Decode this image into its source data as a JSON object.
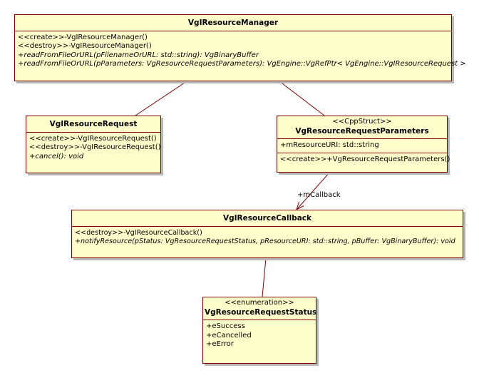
{
  "classes": {
    "manager": {
      "name": "VgIResourceManager",
      "ops": [
        "<<create>>-VgIResourceManager()",
        "<<destroy>>-VgIResourceManager()",
        "+readFromFileOrURL(pFilenameOrURL: std::string): VgBinaryBuffer",
        "+readFromFileOrURL(pParameters: VgResourceRequestParameters): VgEngine::VgRefPtr< VgEngine::VgIResourceRequest >"
      ]
    },
    "request": {
      "name": "VgIResourceRequest",
      "ops": [
        "<<create>>-VgIResourceRequest()",
        "<<destroy>>-VgIResourceRequest()",
        "+cancel(): void"
      ]
    },
    "params": {
      "stereotype": "<<CppStruct>>",
      "name": "VgResourceRequestParameters",
      "attrs": [
        "+mResourceURI: std::string"
      ],
      "ops": [
        "<<create>>+VgResourceRequestParameters()"
      ]
    },
    "callback": {
      "name": "VgIResourceCallback",
      "ops": [
        "<<destroy>>-VgIResourceCallback()",
        "+notifyResource(pStatus: VgResourceRequestStatus, pResourceURI: std::string, pBuffer: VgBinaryBuffer): void"
      ]
    },
    "status": {
      "stereotype": "<<enumeration>>",
      "name": "VgResourceRequestStatus",
      "literals": [
        "+eSuccess",
        "+eCancelled",
        "+eError"
      ]
    }
  },
  "associations": {
    "params_callback_role": "+mCallback"
  },
  "colors": {
    "fill": "#ffffcc",
    "border": "#800000",
    "line": "#800000"
  }
}
